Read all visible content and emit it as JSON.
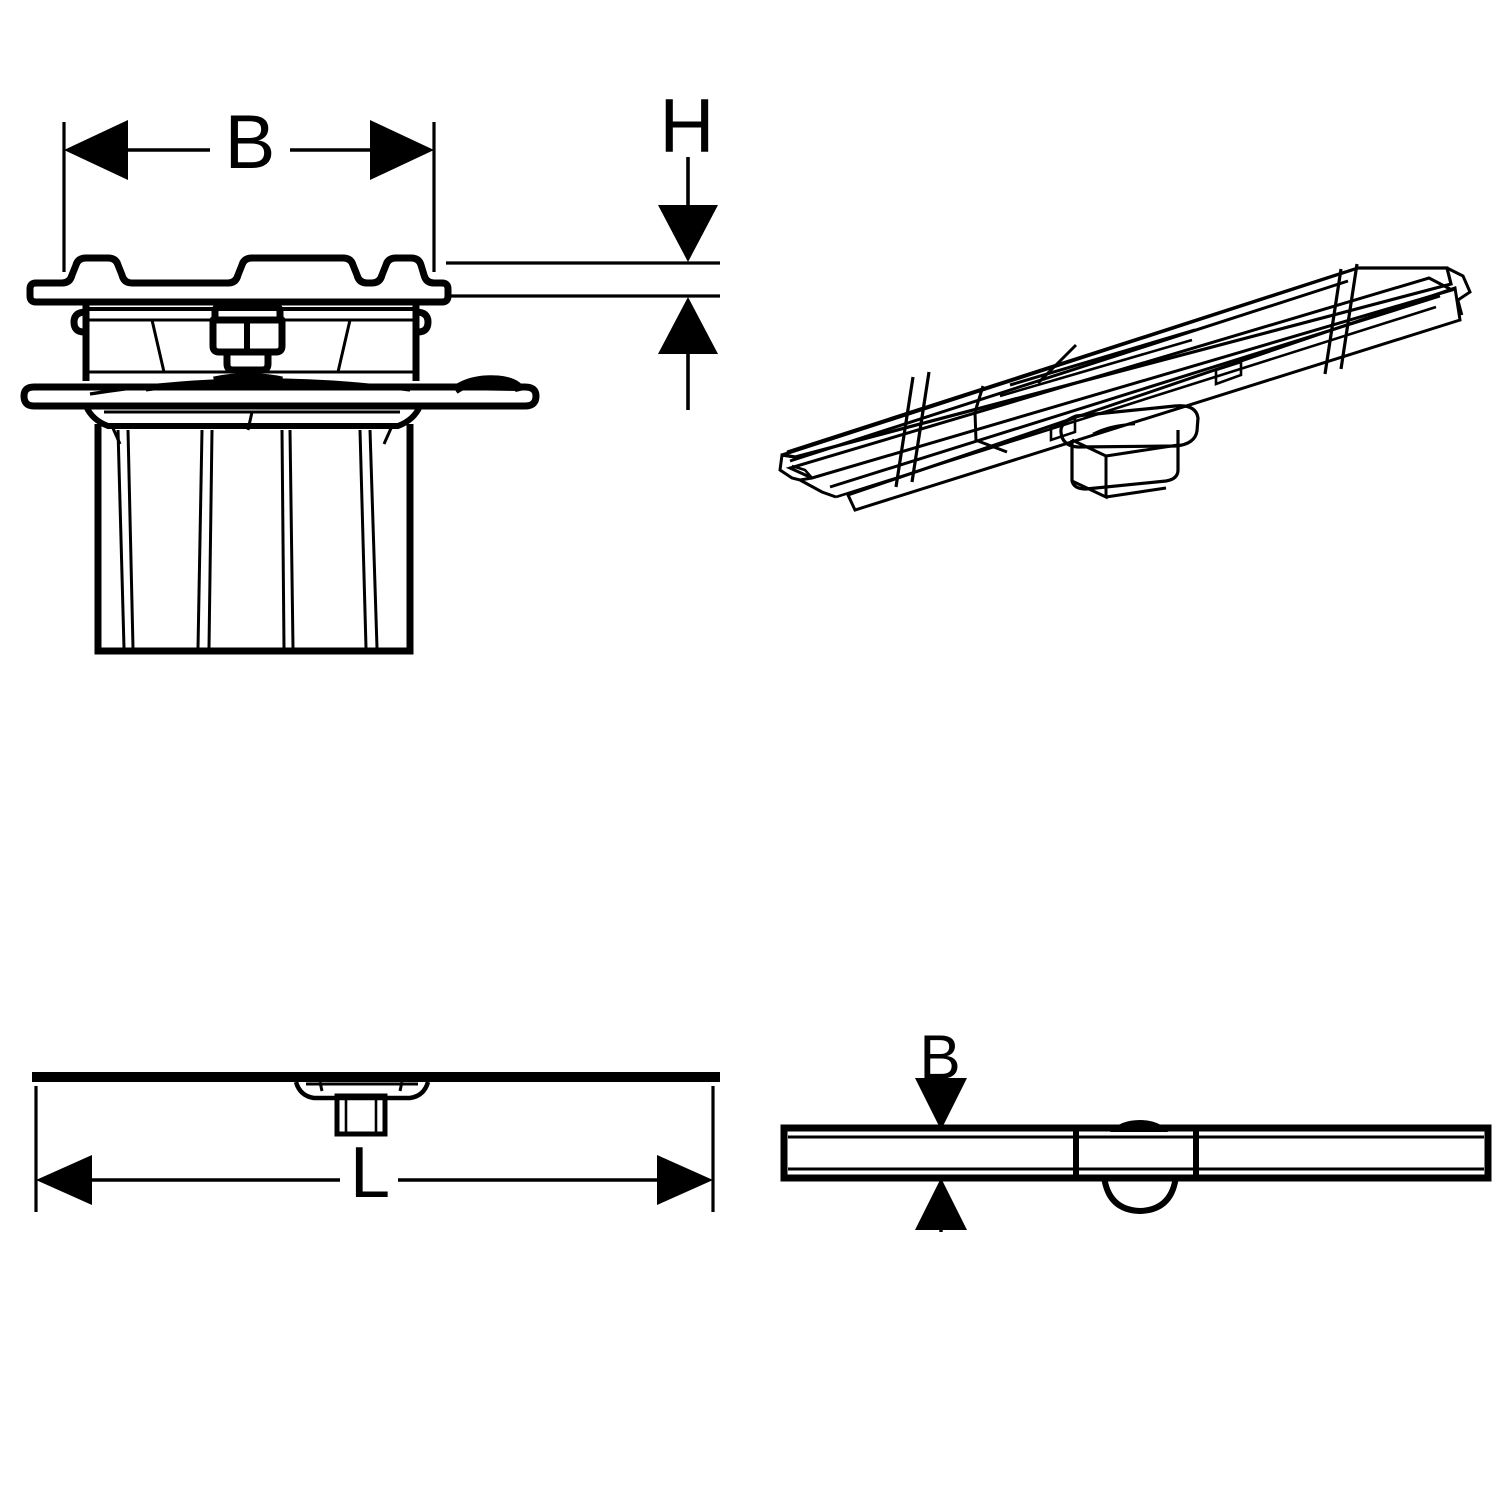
{
  "drawing": {
    "title": "Linear shower drain channel - dimensioned technical drawing",
    "line_color": "#000000",
    "background_color": "#ffffff",
    "views": [
      {
        "id": "cross-section-view",
        "name": "Cross section through channel body with cover and flange",
        "position": "top-left",
        "dimensions_shown": [
          "B",
          "H"
        ]
      },
      {
        "id": "isometric-view",
        "name": "Isometric view of channel with outlet and break lines",
        "position": "top-right",
        "dimensions_shown": []
      },
      {
        "id": "front-elevation-view",
        "name": "Front elevation of channel showing overall length",
        "position": "bottom-left",
        "dimensions_shown": [
          "L"
        ]
      },
      {
        "id": "plan-view",
        "name": "Plan view of channel showing width",
        "position": "bottom-right",
        "dimensions_shown": [
          "B"
        ]
      }
    ],
    "dimension_labels": {
      "width_top": "B",
      "height_top": "H",
      "length_bottom": "L",
      "width_bottom": "B"
    }
  }
}
